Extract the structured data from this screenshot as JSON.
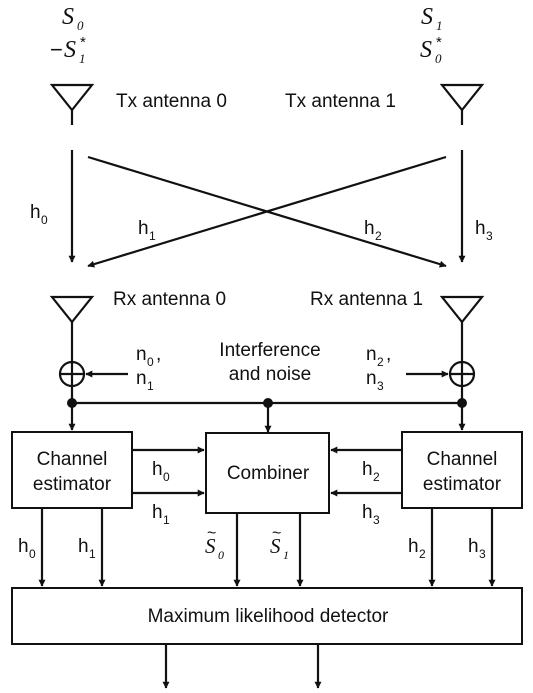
{
  "tx0": {
    "sym1": "S",
    "sym1_sub": "0",
    "sym2_prefix": "−",
    "sym2": "S",
    "sym2_sub": "1",
    "sym2_sup": "*",
    "label": "Tx antenna 0"
  },
  "tx1": {
    "sym1": "S",
    "sym1_sub": "1",
    "sym2": "S",
    "sym2_sub": "0",
    "sym2_sup": "*",
    "label": "Tx antenna 1"
  },
  "channels": {
    "h0": "h",
    "h0_sub": "0",
    "h1": "h",
    "h1_sub": "1",
    "h2": "h",
    "h2_sub": "2",
    "h3": "h",
    "h3_sub": "3"
  },
  "rx0": {
    "label": "Rx antenna 0",
    "noise": "n",
    "noise_sub1": "0",
    "noise_sep": ",",
    "noise_line2": "n",
    "noise_sub2": "1"
  },
  "rx1": {
    "label": "Rx antenna 1",
    "noise": "n",
    "noise_sub1": "2",
    "noise_sep": ",",
    "noise_line2": "n",
    "noise_sub2": "3"
  },
  "noise_label": {
    "line1": "Interference",
    "line2": "and noise"
  },
  "estimator_left": {
    "line1": "Channel",
    "line2": "estimator"
  },
  "estimator_right": {
    "line1": "Channel",
    "line2": "estimator"
  },
  "combiner": {
    "label": "Combiner"
  },
  "combiner_outputs": {
    "s0": "S",
    "s0_sub": "0",
    "s1": "S",
    "s1_sub": "1",
    "tilde": "~"
  },
  "detector": {
    "label": "Maximum likelihood detector"
  }
}
